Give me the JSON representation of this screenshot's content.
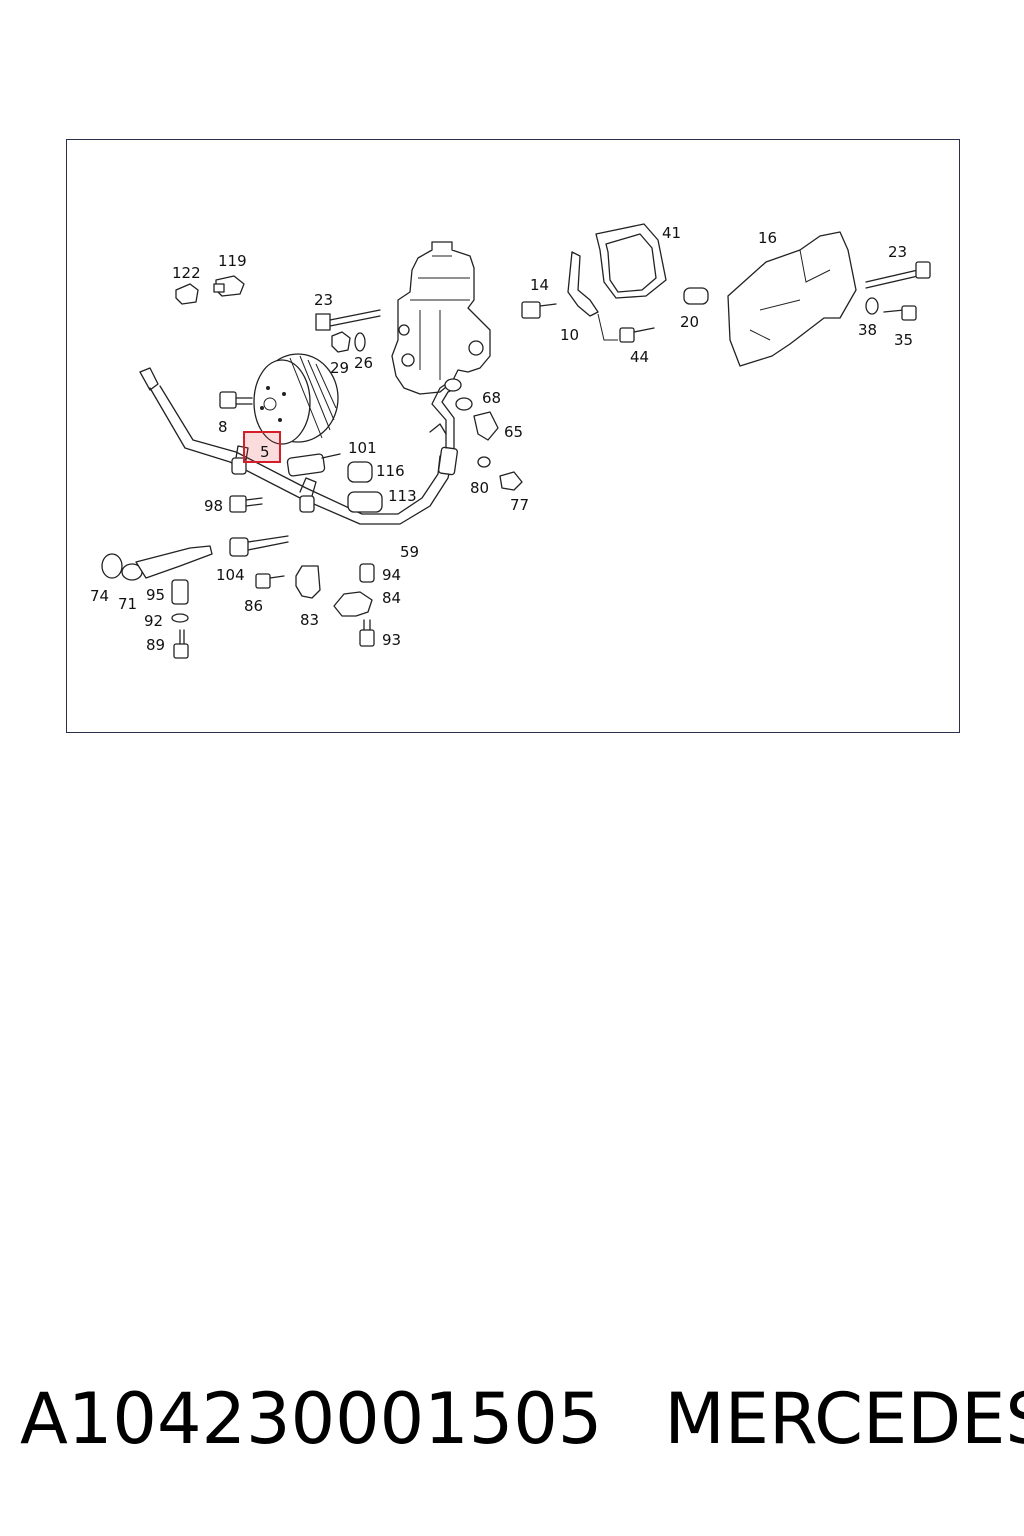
{
  "caption": {
    "part_number": "A104230001505",
    "brand": "MERCEDES"
  },
  "diagram": {
    "highlighted_label": "5",
    "highlight_color": "#d41f2a",
    "labels": [
      "122",
      "119",
      "23",
      "29",
      "26",
      "14",
      "41",
      "16",
      "23",
      "10",
      "20",
      "44",
      "38",
      "35",
      "8",
      "5",
      "101",
      "116",
      "113",
      "68",
      "65",
      "80",
      "77",
      "98",
      "59",
      "74",
      "71",
      "95",
      "104",
      "86",
      "83",
      "94",
      "84",
      "92",
      "89",
      "93"
    ]
  }
}
